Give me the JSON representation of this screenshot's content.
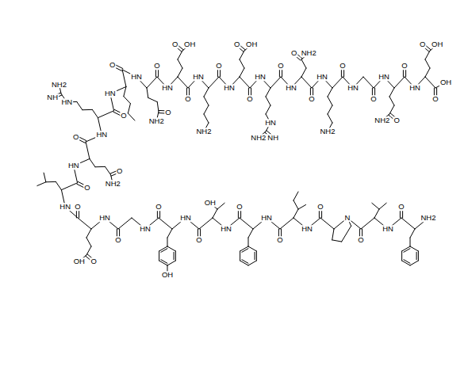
{
  "diagram": {
    "labels": [
      "NH2",
      "O",
      "HN",
      "O",
      "N",
      "O",
      "HN",
      "O",
      "HN",
      "O",
      "HN",
      "OH",
      "O",
      "HN",
      "OH",
      "O",
      "HN",
      "O",
      "HN",
      "O",
      "OH",
      "O",
      "HN",
      "O",
      "HN",
      "O",
      "NH2",
      "O",
      "HN",
      "HN",
      "NH",
      "NH2",
      "O",
      "HN",
      "O",
      "HN",
      "O",
      "NH2",
      "O",
      "HN",
      "O",
      "OH",
      "O",
      "HN",
      "NH2",
      "O",
      "HN",
      "O",
      "OH",
      "O",
      "HN",
      "HN",
      "NH",
      "NH2",
      "O",
      "HN",
      "O",
      "NH2",
      "O",
      "HN",
      "NH2",
      "O",
      "HN",
      "O",
      "HN",
      "O",
      "NH2",
      "O",
      "HN",
      "O",
      "OH",
      "O",
      "OH"
    ]
  }
}
